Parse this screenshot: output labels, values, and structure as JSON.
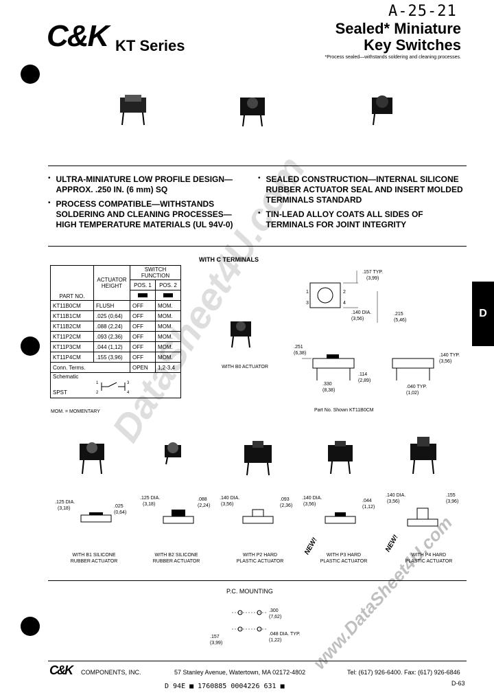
{
  "header": {
    "handwritten_note": "A-25-21",
    "logo": "C&K",
    "series": "KT Series",
    "title_line1": "Sealed* Miniature",
    "title_line2": "Key Switches",
    "footnote": "*Process sealed—withstands soldering and cleaning processes."
  },
  "features": {
    "left": [
      {
        "bullet": "•",
        "text": "ULTRA-MINIATURE LOW PROFILE DESIGN—APPROX. .250 IN. (6 mm) SQ"
      },
      {
        "bullet": "•",
        "text": "PROCESS COMPATIBLE—WITHSTANDS SOLDERING AND CLEANING PROCESSES—HIGH TEMPERATURE MATERIALS (UL 94V-0)"
      }
    ],
    "right": [
      {
        "bullet": "•",
        "text": "SEALED CONSTRUCTION—INTERNAL SILICONE RUBBER ACTUATOR SEAL AND INSERT MOLDED TERMINALS STANDARD"
      },
      {
        "bullet": "•",
        "text": "TIN-LEAD ALLOY COATS ALL SIDES OF TERMINALS FOR JOINT INTEGRITY"
      }
    ]
  },
  "table": {
    "section_label": "WITH C TERMINALS",
    "switch_function": "SWITCH FUNCTION",
    "col_part": "PART NO.",
    "col_actuator": "ACTUATOR HEIGHT",
    "col_pos1": "POS. 1",
    "col_pos2": "POS. 2",
    "rows": [
      {
        "part": "KT11B0CM",
        "height": "FLUSH",
        "pos1": "OFF",
        "pos2": "MOM."
      },
      {
        "part": "KT11B1CM",
        "height": ".025 (0,64)",
        "pos1": "OFF",
        "pos2": "MOM."
      },
      {
        "part": "KT11B2CM",
        "height": ".088 (2,24)",
        "pos1": "OFF",
        "pos2": "MOM."
      },
      {
        "part": "KT11P2CM",
        "height": ".093 (2,36)",
        "pos1": "OFF",
        "pos2": "MOM."
      },
      {
        "part": "KT11P3CM",
        "height": ".044 (1,12)",
        "pos1": "OFF",
        "pos2": "MOM."
      },
      {
        "part": "KT11P4CM",
        "height": ".155 (3,96)",
        "pos1": "OFF",
        "pos2": "MOM."
      }
    ],
    "conn_terms_label": "Conn. Terms.",
    "conn_open": "OPEN",
    "conn_closed": "1,2-3,4",
    "schematic_label": "Schematic",
    "spst_label": "SPST",
    "schematic_pins": [
      "1",
      "2",
      "3",
      "4"
    ],
    "footnote": "MOM. = MOMENTARY"
  },
  "right_tab": "D",
  "diagrams": {
    "top_dims": [
      ".157 TYP.",
      "(3,99)",
      "2",
      "3",
      "4",
      "1",
      ".140 DIA.",
      "(3,56)",
      ".215",
      "(5,46)"
    ],
    "b0_caption": "WITH B0 ACTUATOR",
    "side_dims": [
      ".251",
      "(6,38)",
      ".114",
      "(2,89)",
      ".330",
      "(8,38)",
      ".140 TYP.",
      "(3,56)",
      ".040 TYP.",
      "(1,02)"
    ],
    "side_caption": "Part No. Shown KT11B0CM"
  },
  "actuators": [
    {
      "caption_l1": "WITH B1 SILICONE",
      "caption_l2": "RUBBER ACTUATOR",
      "dims": [
        ".125 DIA.",
        "(3,18)",
        ".025",
        "(0,64)"
      ],
      "new": ""
    },
    {
      "caption_l1": "WITH B2 SILICONE",
      "caption_l2": "RUBBER ACTUATOR",
      "dims": [
        ".125 DIA.",
        "(3,18)",
        ".088",
        "(2,24)"
      ],
      "new": ""
    },
    {
      "caption_l1": "WITH P2 HARD",
      "caption_l2": "PLASTIC ACTUATOR",
      "dims": [
        ".140 DIA.",
        "(3,56)",
        ".093",
        "(2,36)"
      ],
      "new": ""
    },
    {
      "caption_l1": "WITH P3 HARD",
      "caption_l2": "PLASTIC ACTUATOR",
      "dims": [
        ".140 DIA.",
        "(3,56)",
        ".044",
        "(1,12)"
      ],
      "new": "NEW!"
    },
    {
      "caption_l1": "WITH P4 HARD",
      "caption_l2": "PLASTIC ACTUATOR",
      "dims": [
        ".140 DIA.",
        "(3,56)",
        ".155",
        "(3,96)"
      ],
      "new": "NEW!"
    }
  ],
  "mounting": {
    "title": "P.C. MOUNTING",
    "dims": [
      ".300",
      "(7,62)",
      ".157",
      "(3,99)",
      ".048 DIA. TYP.",
      "(1,22)"
    ]
  },
  "footer": {
    "logo": "C&K",
    "company": "COMPONENTS, INC.",
    "address": "57 Stanley Avenue, Watertown, MA 02172-4802",
    "phone": "Tel: (617) 926-6400.  Fax: (617) 926-6846",
    "barcode": "D  94E ■ 1760885 0004226 631 ■",
    "page": "D-63"
  },
  "watermarks": [
    "www.DataSheet4U.com",
    "DataSheet4U.com"
  ]
}
